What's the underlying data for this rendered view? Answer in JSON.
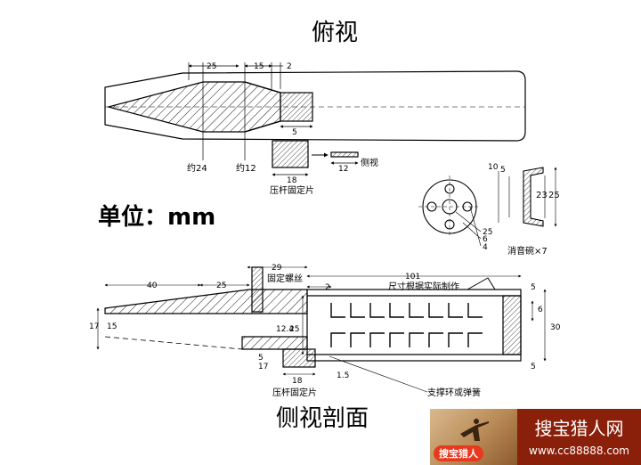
{
  "titles": {
    "top_view": "俯视",
    "side_section": "侧视剖面",
    "unit": "单位：mm"
  },
  "top_view": {
    "dims": {
      "d25": "25",
      "d15": "15",
      "d2": "2",
      "d5": "5",
      "d18": "18",
      "d12": "12"
    },
    "labels": {
      "approx24": "约24",
      "approx12": "约12",
      "clamp_piece": "压杆固定片",
      "side_view": "侧视"
    }
  },
  "baffle": {
    "dims": {
      "d10": "10",
      "d5": "5",
      "d23": "23",
      "d25": "25",
      "c25": "25",
      "c6": "6",
      "c4": "4"
    },
    "label": "消音碗×7"
  },
  "side_section": {
    "dims": {
      "d40": "40",
      "d25": "25",
      "d29": "29",
      "d2": "2",
      "d101": "101",
      "d5_top": "5",
      "d17": "17",
      "d15": "15",
      "d12_4": "12.4",
      "d25v": "25",
      "d6": "6",
      "d30": "30",
      "d5_bot": "5",
      "d1_5": "1.5",
      "d18": "18",
      "left_small": "5",
      "left_small2": "17"
    },
    "labels": {
      "fixing_screw": "固定螺丝",
      "size_note": "尺寸根据实际制作",
      "clamp_piece": "压杆固定片",
      "support_ring": "支撑环或弹簧"
    }
  },
  "watermark": {
    "logo_text": "搜宝猎人",
    "site_title": "搜宝猎人网",
    "url": "www.cc88888.com"
  }
}
